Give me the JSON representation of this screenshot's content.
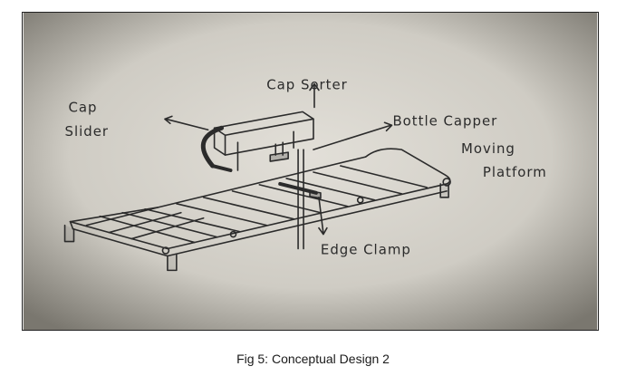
{
  "diagram": {
    "labels": {
      "cap_sorter": "Cap Sorter",
      "cap_slider_line1": "Cap",
      "cap_slider_line2": "Slider",
      "bottle_capper": "Bottle Capper",
      "moving_platform_line1": "Moving",
      "moving_platform_line2": "Platform",
      "edge_clamp": "Edge Clamp"
    }
  },
  "caption": "Fig 5: Conceptual Design 2",
  "colors": {
    "paper": "#d6d3cc",
    "pencil": "#2b2b2b",
    "vignette": "#6a6862"
  }
}
